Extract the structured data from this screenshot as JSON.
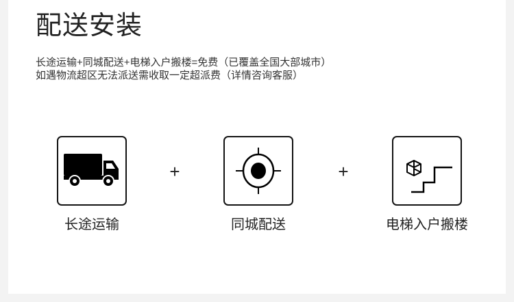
{
  "header": {
    "title": "配送安装"
  },
  "description": {
    "line1": "长途运输+同城配送+电梯入户搬楼=免费（已覆盖全国大部城市）",
    "line2": "如遇物流超区无法派送需收取一定超派费（详情咨询客服）"
  },
  "services": [
    {
      "label": "长途运输",
      "icon": "truck-icon"
    },
    {
      "label": "同城配送",
      "icon": "target-location-icon"
    },
    {
      "label": "电梯入户搬楼",
      "icon": "box-stairs-icon"
    }
  ],
  "operators": {
    "plus": "+"
  }
}
